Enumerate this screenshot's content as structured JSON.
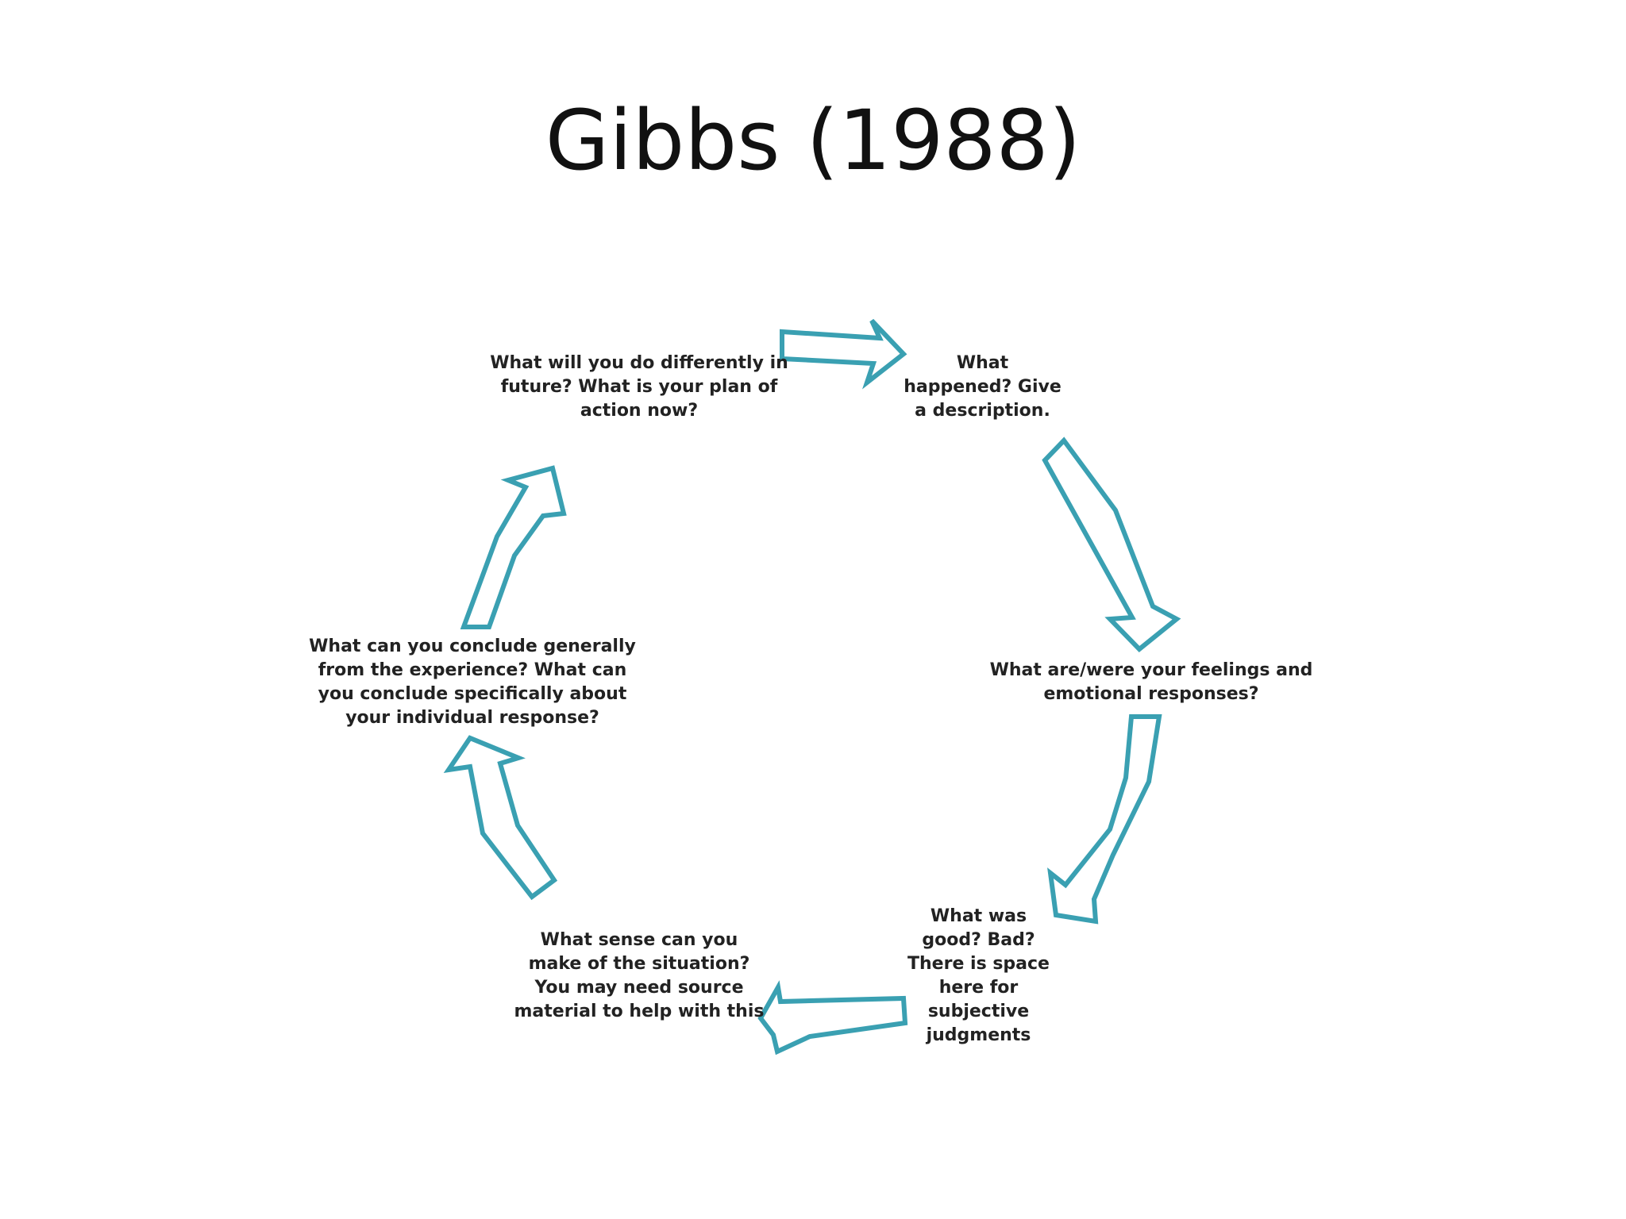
{
  "slide": {
    "title": "Gibbs (1988)"
  },
  "cycle": {
    "stages": {
      "description": "What\nhappened? Give\na description.",
      "feelings": "What  are/were your feelings and\nemotional responses?",
      "evaluation": "What was\ngood? Bad?\nThere is space\nhere for\nsubjective\njudgments",
      "analysis": "What sense can you\nmake of the situation?\nYou may need source\nmaterial to help with this",
      "conclusion": "What can you conclude generally\nfrom the experience? What can\nyou conclude specifically about\nyour individual response?",
      "action_plan": "What will you do differently in\nfuture? What is your plan of\naction now?"
    },
    "arrow_color": "#3aa0b2",
    "direction": "clockwise"
  }
}
